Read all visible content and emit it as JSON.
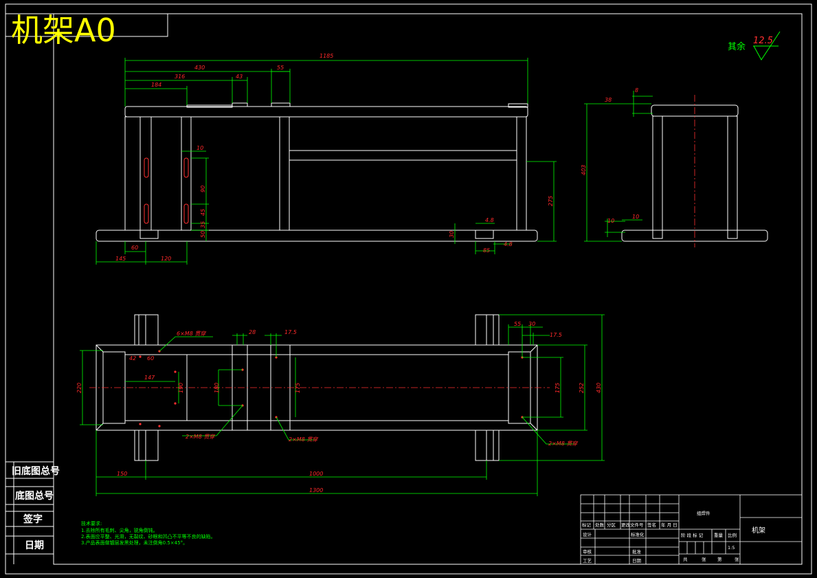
{
  "drawing": {
    "title": "机架A0",
    "roughness": {
      "label": "其余",
      "value": "12.5"
    },
    "front_view": {
      "dims_top": [
        "1185",
        "430",
        "316",
        "43",
        "55",
        "184"
      ],
      "dims_side": [
        "10",
        "90",
        "45",
        "35",
        "50"
      ],
      "dims_bottom": [
        "60",
        "145",
        "120"
      ],
      "dims_right": [
        "275",
        "30",
        "4.8",
        "85",
        "4.8"
      ]
    },
    "side_view": {
      "dims": [
        "38",
        "8",
        "403",
        "10",
        "10"
      ]
    },
    "top_view": {
      "dims": [
        "28",
        "17.5",
        "55",
        "30",
        "17.5",
        "220",
        "42",
        "60",
        "147",
        "190",
        "180",
        "175",
        "175",
        "252",
        "430",
        "150",
        "1000",
        "1300"
      ],
      "callouts": [
        "6×M8 贯穿",
        "2×M8 贯穿",
        "2×M8 贯穿",
        "2×M8 贯穿"
      ]
    },
    "notes": {
      "title": "技术要求:",
      "lines": [
        "1.去除所有毛刺、尖角，锐角倒钝。",
        "2.表面应平整、光滑，无裂纹、砂眼和凹凸不平等不良的缺陷。",
        "3.产品表面做镀层发黑处理，未注倒角0.5×45°。"
      ]
    },
    "side_labels": [
      "旧底图总号",
      "底图总号",
      "签字",
      "日期"
    ],
    "title_block": {
      "part_label": "组焊件",
      "part_name": "机架",
      "header_row": [
        "标记",
        "处数",
        "分区",
        "更改文件号",
        "签名",
        "年 月 日"
      ],
      "left_rows": [
        "设计",
        "审核",
        "工艺"
      ],
      "mid_rows": [
        "标准化",
        "批准",
        "日期"
      ],
      "right_header": [
        "阶 段 标 记",
        "重量",
        "比例"
      ],
      "scale": "1:5",
      "sheet_row": [
        "共",
        "张",
        "第",
        "张"
      ]
    }
  }
}
